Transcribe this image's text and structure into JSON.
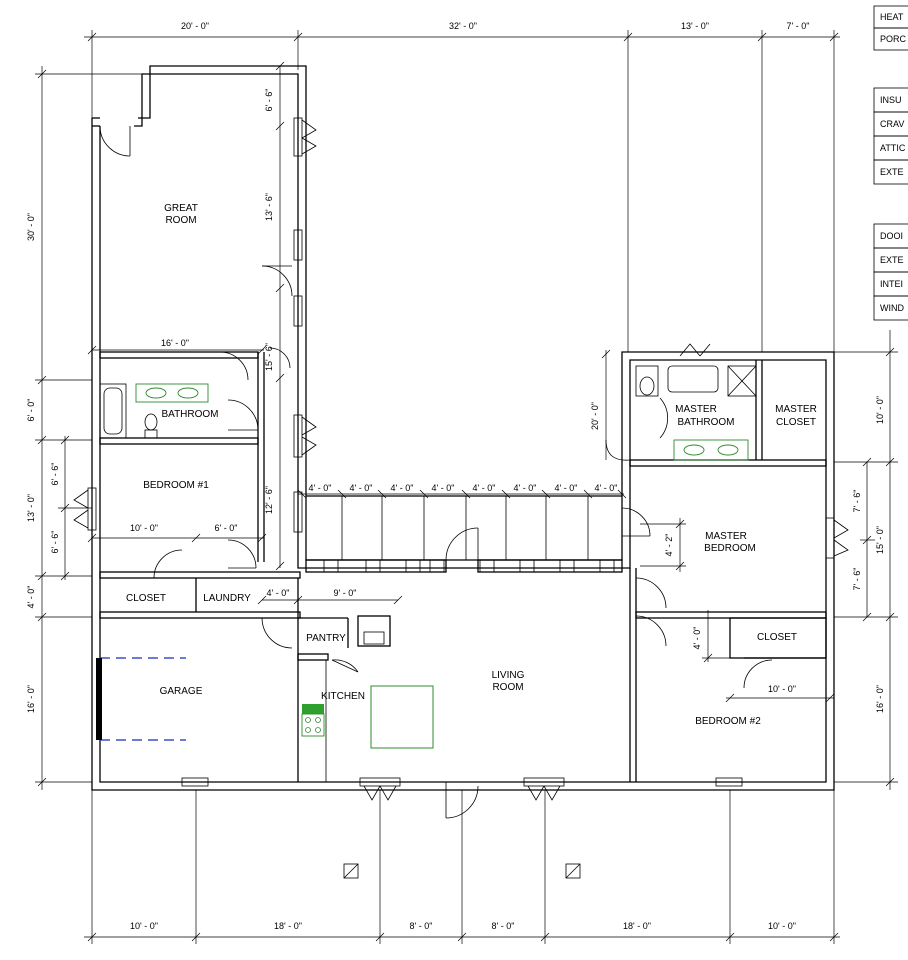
{
  "rooms": {
    "great_room": [
      "GREAT",
      "ROOM"
    ],
    "bathroom": "BATHROOM",
    "bedroom1": "BEDROOM #1",
    "closet1": "CLOSET",
    "laundry": "LAUNDRY",
    "garage": "GARAGE",
    "pantry": "PANTRY",
    "kitchen": "KITCHEN",
    "living_room": [
      "LIVING",
      "ROOM"
    ],
    "master_bathroom": [
      "MASTER",
      "BATHROOM"
    ],
    "master_closet": [
      "MASTER",
      "CLOSET"
    ],
    "master_bedroom": [
      "MASTER",
      "BEDROOM"
    ],
    "closet2": "CLOSET",
    "bedroom2": "BEDROOM #2"
  },
  "dimensions": {
    "top": [
      "20' - 0\"",
      "32' - 0\"",
      "13' - 0\"",
      "7' - 0\""
    ],
    "bottom": [
      "10' - 0\"",
      "18' - 0\"",
      "8' - 0\"",
      "8' - 0\"",
      "18' - 0\"",
      "10' - 0\""
    ],
    "left": [
      "30' - 0\"",
      "6' - 0\"",
      "13' - 0\"",
      "4' - 0\"",
      "16' - 0\""
    ],
    "left_inner": [
      "6' - 6\"",
      "6' - 6\""
    ],
    "great_room_side": [
      "6' - 6\"",
      "13' - 6\"",
      "15' - 6\"",
      "12' - 6\""
    ],
    "right": [
      "10' - 0\"",
      "15' - 0\"",
      "16' - 0\""
    ],
    "right_inner": [
      "7' - 6\"",
      "7' - 6\""
    ],
    "hall_segments": [
      "4' - 0\"",
      "4' - 0\"",
      "4' - 0\"",
      "4' - 0\"",
      "4' - 0\"",
      "4' - 0\"",
      "4' - 0\"",
      "4' - 0\""
    ],
    "bathroom_width": "16' - 0\"",
    "bedroom1_a": "10' - 0\"",
    "bedroom1_b": "6' - 0\"",
    "laundry_door": "4' - 0\"",
    "kitchen_width": "9' - 0\"",
    "master_bath_height": "20' - 0\"",
    "master_bed_door": "4' - 2\"",
    "closet2_h": "4' - 0\"",
    "bedroom2_w": "10' - 0\""
  },
  "schedule": {
    "group1": [
      "HEAT",
      "PORC"
    ],
    "group2": [
      "INSU",
      "CRAV",
      "ATTIC",
      "EXTE"
    ],
    "group3": [
      "DOOI",
      "EXTE",
      "INTEI",
      "WIND"
    ]
  }
}
